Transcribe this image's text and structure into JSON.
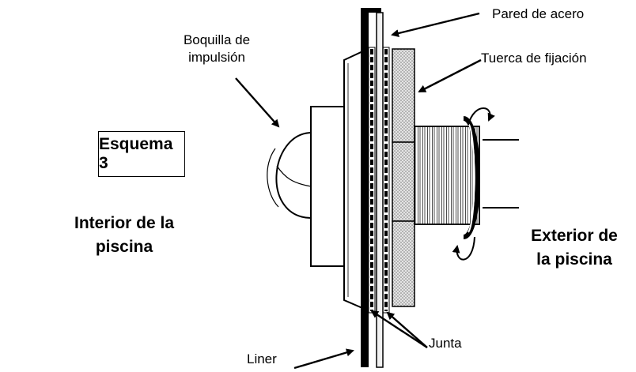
{
  "title_box": "Esquema 3",
  "labels": {
    "boquilla": "Boquilla de\nimpulsión",
    "pared": "Pared de acero",
    "tuerca": "Tuerca de fijación",
    "interior": "Interior de la\npiscina",
    "exterior": "Exterior de\nla piscina",
    "junta": "Junta",
    "liner": "Liner"
  },
  "colors": {
    "ink": "#000000",
    "paper": "#ffffff",
    "stipple": "#bdbdbd"
  }
}
